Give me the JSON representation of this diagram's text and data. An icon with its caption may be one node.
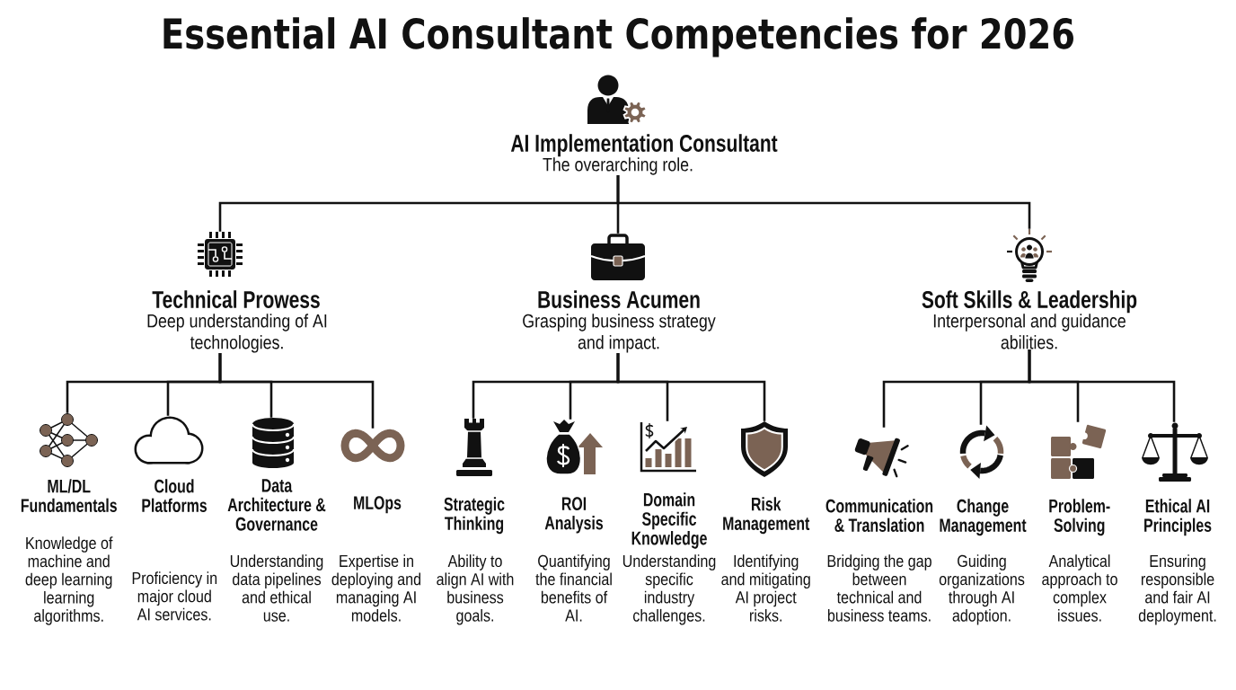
{
  "diagram": {
    "title": "Essential AI Consultant Competencies for 2026",
    "nodes": [
      {
        "text": [
          "AI Implementation Consultant",
          "The overarching role."
        ]
      },
      {
        "text": [
          "Technical Prowess",
          "Deep understanding of AI technologies."
        ]
      },
      {
        "text": [
          "Business Acumen",
          "Grasping business strategy and impact."
        ]
      },
      {
        "text": [
          "Soft Skills & Leadership",
          "Interpersonal and guidance abilities."
        ]
      },
      {
        "text": [
          "ML/DL Fundamentals",
          "Knowledge of machine and deep learning learning algorithms."
        ]
      },
      {
        "text": [
          "Cloud Platforms",
          "Proficiency in major cloud AI services."
        ]
      },
      {
        "text": [
          "Data Architecture & Governance",
          "Understanding data pipelines and ethical use."
        ]
      },
      {
        "text": [
          "MLOps",
          "Expertise in deploying and managing AI models."
        ]
      },
      {
        "text": [
          "Strategic Thinking",
          "Ability to align AI with business goals."
        ]
      },
      {
        "text": [
          "ROI Analysis",
          "Quantifying the financial benefits of AI."
        ]
      },
      {
        "text": [
          "Domain Specific Knowledge",
          "Understanding specific industry challenges."
        ]
      },
      {
        "text": [
          "Risk Management",
          "Identifying and mitigating AI project risks."
        ]
      },
      {
        "text": [
          "Communication & Translation",
          "Bridging the gap between technical and business teams."
        ]
      },
      {
        "text": [
          "Change Management",
          "Guiding organizations through AI adoption."
        ]
      },
      {
        "text": [
          "Problem-Solving",
          "Analytical approach to complex issues."
        ]
      },
      {
        "text": [
          "Ethical AI Principles",
          "Ensuring responsible and fair AI deployment."
        ]
      }
    ],
    "edges": [
      {
        "from": 0,
        "to": 1,
        "arrow": "none"
      },
      {
        "from": 0,
        "to": 2,
        "arrow": "none"
      },
      {
        "from": 0,
        "to": 3,
        "arrow": "none"
      },
      {
        "from": 1,
        "to": 4,
        "arrow": "none"
      },
      {
        "from": 1,
        "to": 5,
        "arrow": "none"
      },
      {
        "from": 1,
        "to": 6,
        "arrow": "none"
      },
      {
        "from": 1,
        "to": 7,
        "arrow": "none"
      },
      {
        "from": 2,
        "to": 8,
        "arrow": "none"
      },
      {
        "from": 2,
        "to": 9,
        "arrow": "none"
      },
      {
        "from": 2,
        "to": 10,
        "arrow": "none"
      },
      {
        "from": 2,
        "to": 11,
        "arrow": "none"
      },
      {
        "from": 3,
        "to": 12,
        "arrow": "none"
      },
      {
        "from": 3,
        "to": 13,
        "arrow": "none"
      },
      {
        "from": 3,
        "to": 14,
        "arrow": "none"
      },
      {
        "from": 3,
        "to": 15,
        "arrow": "none"
      }
    ]
  }
}
